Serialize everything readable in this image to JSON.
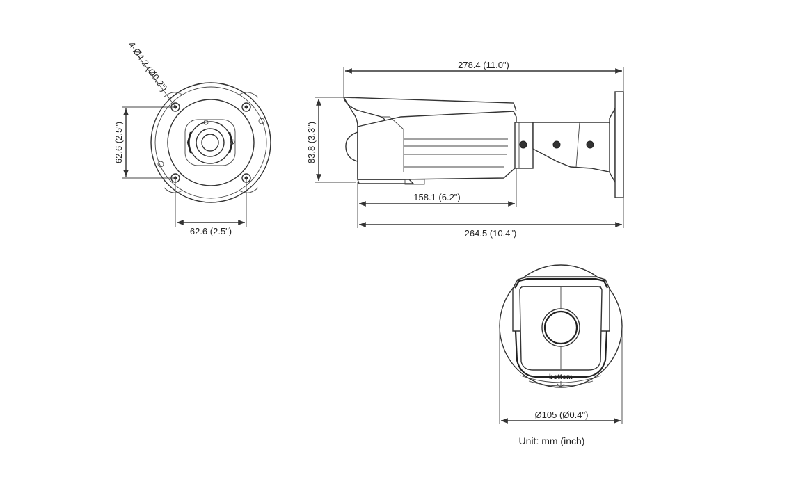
{
  "dimensions": {
    "hole_spec": "4-Ø4.2 (Ø0.2\")",
    "mount_height": "62.6 (2.5\")",
    "mount_width": "62.6 (2.5\")",
    "overall_length": "278.4 (11.0\")",
    "body_height": "83.8 (3.3\")",
    "front_to_bracket": "158.1 (6.2\")",
    "base_length": "264.5 (10.4\")",
    "diameter": "Ø105 (Ø0.4\")"
  },
  "front_view": {
    "label": "bottom"
  },
  "unit_note": "Unit: mm (inch)",
  "colors": {
    "line": "#333333",
    "background": "#ffffff"
  }
}
